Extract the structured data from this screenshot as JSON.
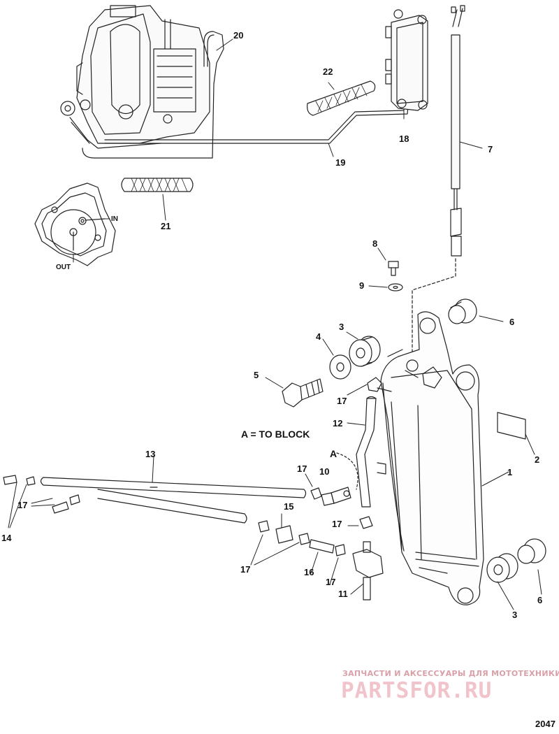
{
  "callouts": {
    "c1": "1",
    "c2": "2",
    "c3a": "3",
    "c3b": "3",
    "c4": "4",
    "c5": "5",
    "c6a": "6",
    "c6b": "6",
    "c7": "7",
    "c8": "8",
    "c9": "9",
    "c10": "10",
    "c11": "11",
    "c12": "12",
    "c13": "13",
    "c14": "14",
    "c15": "15",
    "c16": "16",
    "c17a": "17",
    "c17b": "17",
    "c17c": "17",
    "c17d": "17",
    "c17e": "17",
    "c17f": "17",
    "c18": "18",
    "c19": "19",
    "c20": "20",
    "c21": "21",
    "c22": "22"
  },
  "ports": {
    "in": "IN",
    "out": "OUT"
  },
  "notes": {
    "a_marker": "A",
    "a_legend": "A = TO BLOCK"
  },
  "watermark": {
    "tagline": "ЗАПЧАСТИ И АКСЕССУАРЫ ДЛЯ МОТОТЕХНИКИ",
    "logo": "PARTSFOR.RU"
  },
  "figure_number": "2047"
}
